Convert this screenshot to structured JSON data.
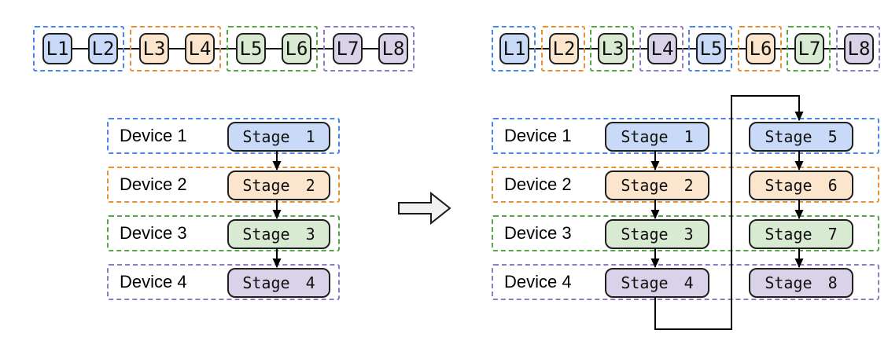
{
  "model_before": {
    "groups": [
      {
        "color": "blue",
        "layers": [
          "L1",
          "L2"
        ]
      },
      {
        "color": "orange",
        "layers": [
          "L3",
          "L4"
        ]
      },
      {
        "color": "green",
        "layers": [
          "L5",
          "L6"
        ]
      },
      {
        "color": "purple",
        "layers": [
          "L7",
          "L8"
        ]
      }
    ]
  },
  "model_after": {
    "layers": [
      {
        "color": "blue",
        "label": "L1"
      },
      {
        "color": "orange",
        "label": "L2"
      },
      {
        "color": "green",
        "label": "L3"
      },
      {
        "color": "purple",
        "label": "L4"
      },
      {
        "color": "blue",
        "label": "L5"
      },
      {
        "color": "orange",
        "label": "L6"
      },
      {
        "color": "green",
        "label": "L7"
      },
      {
        "color": "purple",
        "label": "L8"
      }
    ]
  },
  "pipeline_before": {
    "devices": [
      {
        "color": "blue",
        "label": "Device 1",
        "stages": [
          "Stage 1"
        ]
      },
      {
        "color": "orange",
        "label": "Device 2",
        "stages": [
          "Stage 2"
        ]
      },
      {
        "color": "green",
        "label": "Device 3",
        "stages": [
          "Stage 3"
        ]
      },
      {
        "color": "purple",
        "label": "Device 4",
        "stages": [
          "Stage 4"
        ]
      }
    ]
  },
  "pipeline_after": {
    "devices": [
      {
        "color": "blue",
        "label": "Device 1",
        "stages": [
          "Stage 1",
          "Stage 5"
        ]
      },
      {
        "color": "orange",
        "label": "Device 2",
        "stages": [
          "Stage 2",
          "Stage 6"
        ]
      },
      {
        "color": "green",
        "label": "Device 3",
        "stages": [
          "Stage 3",
          "Stage 7"
        ]
      },
      {
        "color": "purple",
        "label": "Device 4",
        "stages": [
          "Stage 4",
          "Stage 8"
        ]
      }
    ]
  },
  "colors": {
    "background": "#ffffff",
    "blue_fill": "#c9daf8",
    "blue_edge": "#4a86e8",
    "orange_fill": "#fce5cd",
    "orange_edge": "#e69138",
    "green_fill": "#d9ead3",
    "green_edge": "#56a546",
    "purple_fill": "#d9d2e9",
    "purple_edge": "#8e7cc3",
    "box_edge": "#1f1f1f",
    "connector": "#000000",
    "big_arrow_fill": "#f1f1f1"
  }
}
